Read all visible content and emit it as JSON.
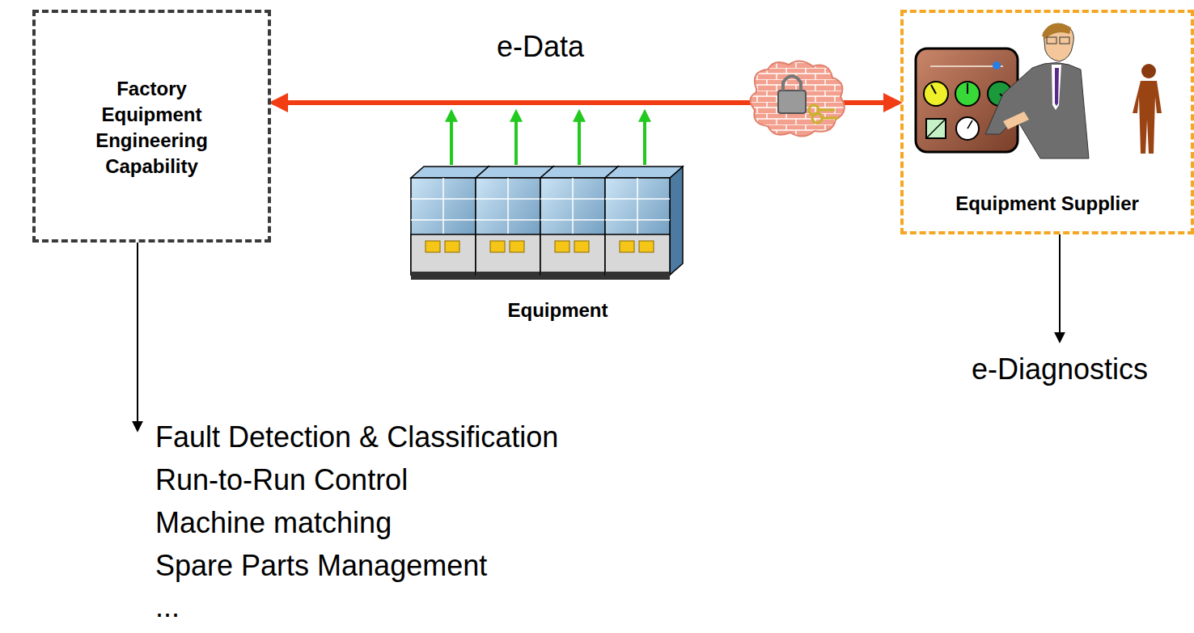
{
  "diagram": {
    "nodes": [
      {
        "text": [
          "Factory Equipment Engineering Capability"
        ]
      },
      {
        "text": [
          "Equipment"
        ]
      },
      {
        "text": [
          "Equipment Supplier"
        ]
      }
    ],
    "edges": [
      {
        "from": 0,
        "to": 2,
        "arrow": "both",
        "label": "e-Data"
      }
    ],
    "labels": [
      "Fault Detection & Classification",
      "Run-to-Run Control",
      "Machine matching",
      "Spare Parts Management",
      "...",
      "e-Diagnostics"
    ]
  }
}
